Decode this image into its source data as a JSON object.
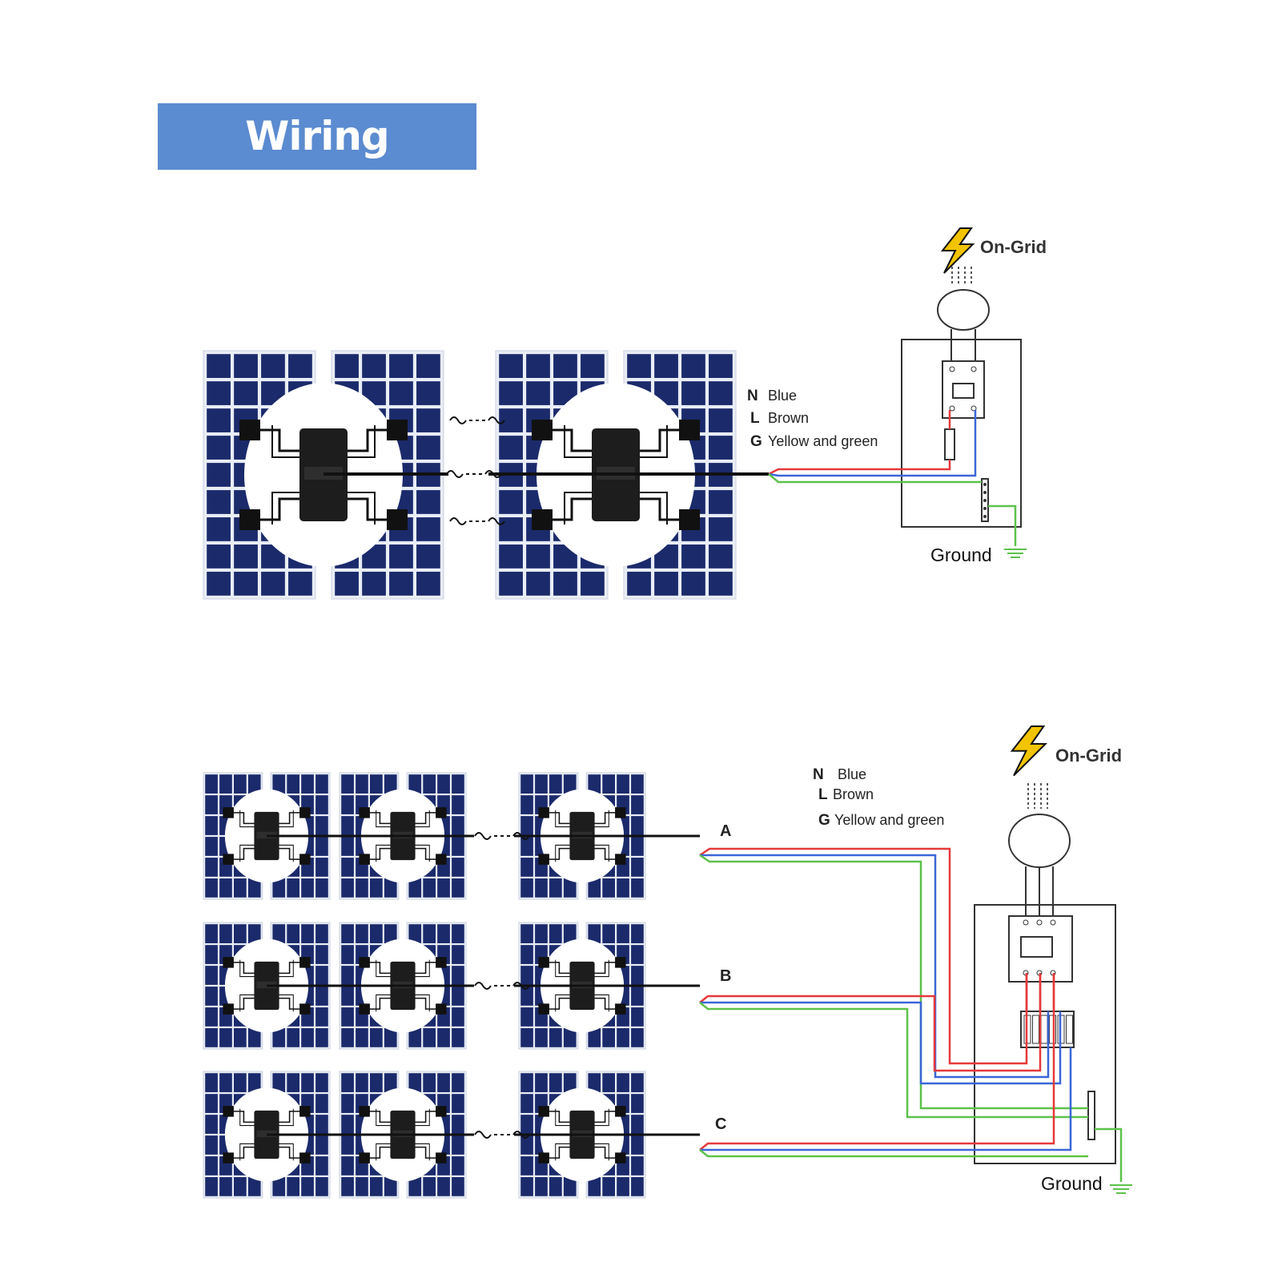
{
  "title": "Wiring Schematic",
  "colors": {
    "title_bg": "#5b8bd0",
    "panel": "#1b2a6b",
    "wire_n": "#3a66d8",
    "wire_l": "#e5393b",
    "wire_g": "#5cc24a",
    "bolt": "#f2c400"
  },
  "top": {
    "grid_label": "On-Grid",
    "legend": [
      {
        "key": "N",
        "text": "Blue"
      },
      {
        "key": "L",
        "text": "Brown"
      },
      {
        "key": "G",
        "text": "Yellow and green"
      }
    ],
    "ground_label": "Ground"
  },
  "bottom": {
    "grid_label": "On-Grid",
    "legend": [
      {
        "key": "N",
        "text": "Blue"
      },
      {
        "key": "L",
        "text": "Brown"
      },
      {
        "key": "G",
        "text": "Yellow and green"
      }
    ],
    "phases": [
      "A",
      "B",
      "C"
    ],
    "ground_label": "Ground"
  },
  "icons": [
    "lightning-bolt-icon",
    "ground-icon",
    "solar-panel-icon",
    "microinverter-icon",
    "grid-meter-icon",
    "breaker-icon"
  ]
}
